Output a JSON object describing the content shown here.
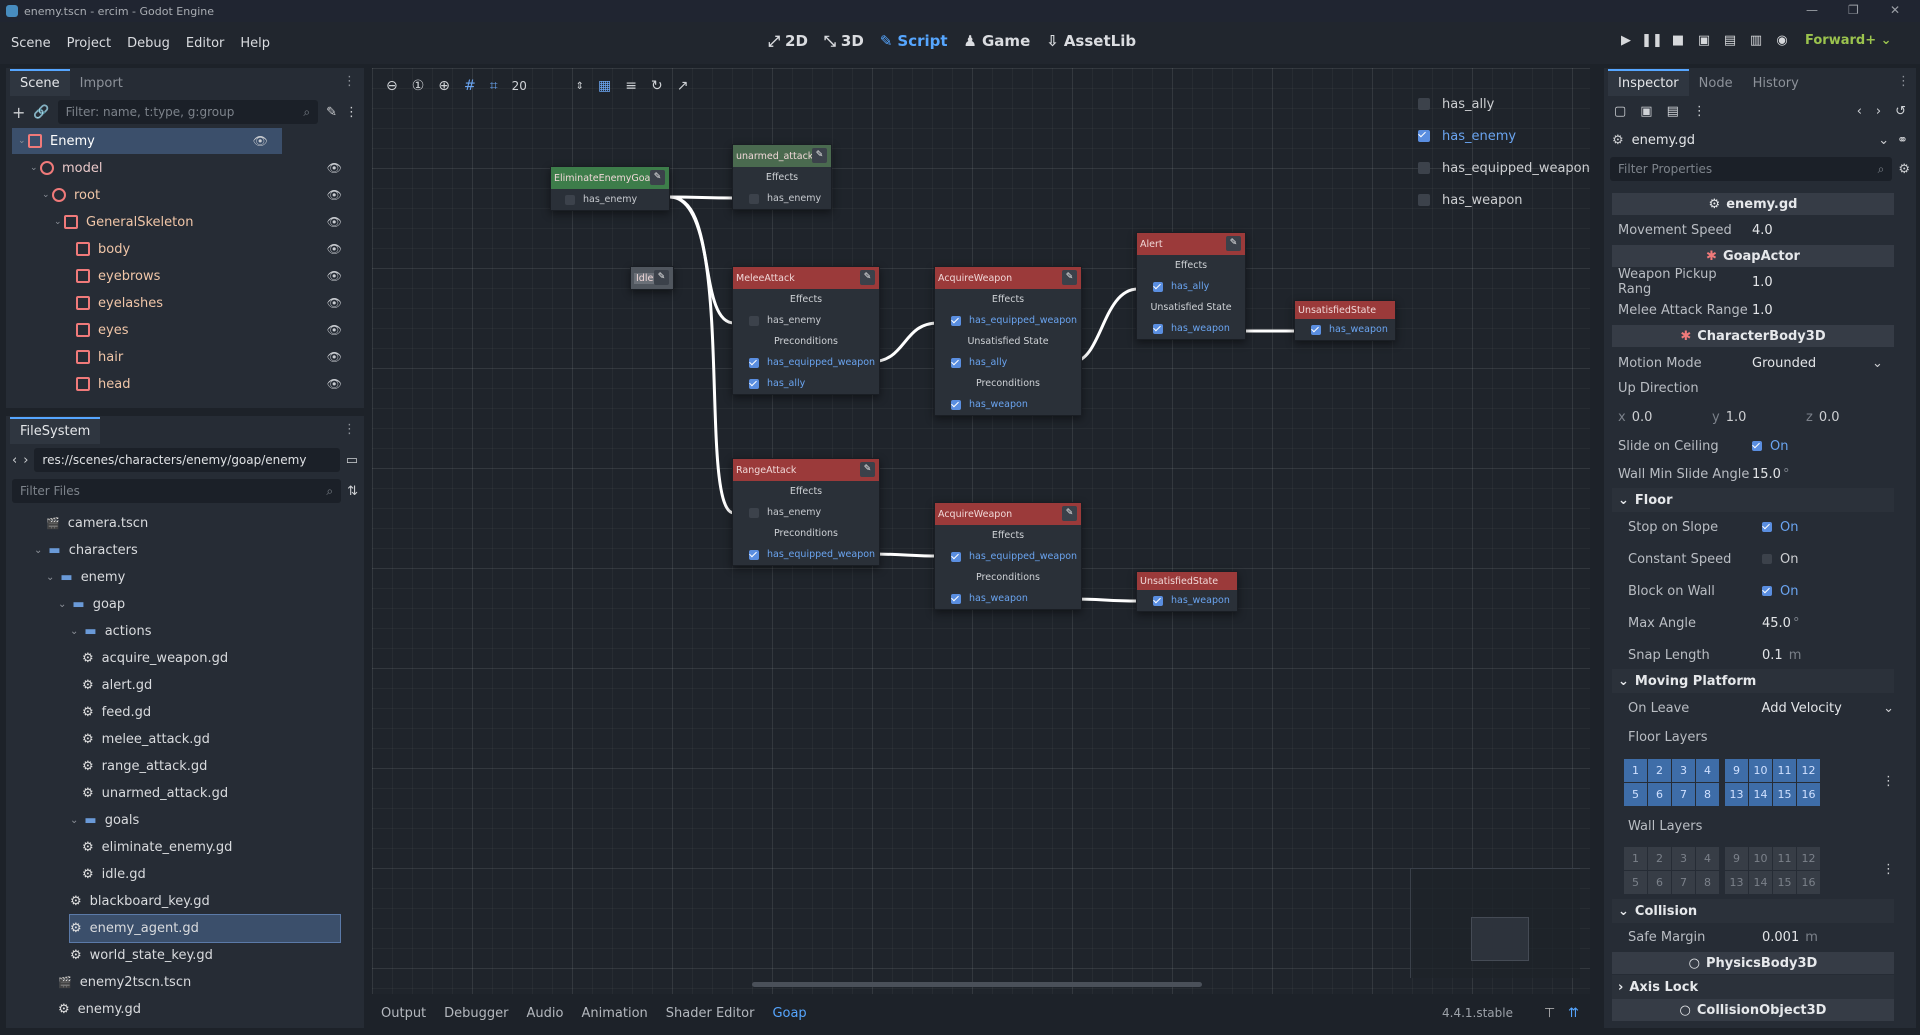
{
  "window": {
    "title": "enemy.tscn - ercim - Godot Engine"
  },
  "menu": [
    "Scene",
    "Project",
    "Debug",
    "Editor",
    "Help"
  ],
  "workspaces": [
    {
      "label": "2D",
      "icon": "2d-icon"
    },
    {
      "label": "3D",
      "icon": "3d-icon"
    },
    {
      "label": "Script",
      "icon": "script-icon"
    },
    {
      "label": "Game",
      "icon": "game-icon"
    },
    {
      "label": "AssetLib",
      "icon": "assetlib-icon"
    }
  ],
  "renderer": "Forward+",
  "scene_dock": {
    "tabs": [
      "Scene",
      "Import"
    ],
    "filter_placeholder": "Filter: name, t:type, g:group",
    "tree": [
      {
        "label": "Enemy",
        "depth": 0,
        "color": "#ffffff"
      },
      {
        "label": "model",
        "depth": 1,
        "color": "#e9c9c9"
      },
      {
        "label": "root",
        "depth": 2,
        "color": "#f0c6a8"
      },
      {
        "label": "GeneralSkeleton",
        "depth": 3,
        "color": "#f0c6a8"
      },
      {
        "label": "body",
        "depth": 4,
        "color": "#f0c6a8"
      },
      {
        "label": "eyebrows",
        "depth": 4,
        "color": "#f0c6a8"
      },
      {
        "label": "eyelashes",
        "depth": 4,
        "color": "#f0c6a8"
      },
      {
        "label": "eyes",
        "depth": 4,
        "color": "#f0c6a8"
      },
      {
        "label": "hair",
        "depth": 4,
        "color": "#f0c6a8"
      },
      {
        "label": "head",
        "depth": 4,
        "color": "#f0c6a8"
      }
    ]
  },
  "filesystem": {
    "title": "FileSystem",
    "path": "res://scenes/characters/enemy/goap/enemy",
    "filter_placeholder": "Filter Files",
    "items": [
      {
        "label": "camera.tscn",
        "depth": 2,
        "kind": "scene"
      },
      {
        "label": "characters",
        "depth": 1,
        "kind": "folder"
      },
      {
        "label": "enemy",
        "depth": 2,
        "kind": "folder"
      },
      {
        "label": "goap",
        "depth": 3,
        "kind": "folder"
      },
      {
        "label": "actions",
        "depth": 4,
        "kind": "folder"
      },
      {
        "label": "acquire_weapon.gd",
        "depth": 5,
        "kind": "gear"
      },
      {
        "label": "alert.gd",
        "depth": 5,
        "kind": "gear"
      },
      {
        "label": "feed.gd",
        "depth": 5,
        "kind": "gear"
      },
      {
        "label": "melee_attack.gd",
        "depth": 5,
        "kind": "gear"
      },
      {
        "label": "range_attack.gd",
        "depth": 5,
        "kind": "gear"
      },
      {
        "label": "unarmed_attack.gd",
        "depth": 5,
        "kind": "gear"
      },
      {
        "label": "goals",
        "depth": 4,
        "kind": "folder"
      },
      {
        "label": "eliminate_enemy.gd",
        "depth": 5,
        "kind": "gear"
      },
      {
        "label": "idle.gd",
        "depth": 5,
        "kind": "gear"
      },
      {
        "label": "blackboard_key.gd",
        "depth": 4,
        "kind": "gear"
      },
      {
        "label": "enemy_agent.gd",
        "depth": 4,
        "kind": "gear"
      },
      {
        "label": "world_state_key.gd",
        "depth": 4,
        "kind": "gear"
      },
      {
        "label": "enemy2tscn.tscn",
        "depth": 3,
        "kind": "scene"
      },
      {
        "label": "enemy.gd",
        "depth": 3,
        "kind": "gear"
      }
    ]
  },
  "graph": {
    "zoom": "20",
    "state_panel": [
      {
        "label": "has_ally",
        "checked": false
      },
      {
        "label": "has_enemy",
        "checked": true
      },
      {
        "label": "has_equipped_weapon",
        "checked": false
      },
      {
        "label": "has_weapon",
        "checked": false
      }
    ],
    "nodes": {
      "eliminate": {
        "title": "EliminateEnemyGoal",
        "rows": [
          "has_enemy"
        ]
      },
      "unarmed": {
        "title": "unarmed_attack",
        "effects": "Effects",
        "rows": [
          "has_enemy"
        ]
      },
      "idle": {
        "title": "Idle"
      },
      "melee": {
        "title": "MeleeAttack",
        "effects": "Effects",
        "e_rows": [
          "has_enemy"
        ],
        "pre": "Preconditions",
        "p_rows": [
          "has_equipped_weapon",
          "has_ally"
        ]
      },
      "acquire1": {
        "title": "AcquireWeapon",
        "effects": "Effects",
        "e_rows": [
          "has_equipped_weapon"
        ],
        "uns": "Unsatisfied State",
        "u_rows": [
          "has_ally"
        ],
        "pre": "Preconditions",
        "p_rows": [
          "has_weapon"
        ]
      },
      "alert": {
        "title": "Alert",
        "effects": "Effects",
        "e_rows": [
          "has_ally"
        ],
        "uns": "Unsatisfied State",
        "u_rows": [
          "has_weapon"
        ]
      },
      "uns1": {
        "title": "UnsatisfiedState",
        "rows": [
          "has_weapon"
        ]
      },
      "range": {
        "title": "RangeAttack",
        "effects": "Effects",
        "e_rows": [
          "has_enemy"
        ],
        "pre": "Preconditions",
        "p_rows": [
          "has_equipped_weapon"
        ]
      },
      "acquire2": {
        "title": "AcquireWeapon",
        "effects": "Effects",
        "e_rows": [
          "has_equipped_weapon"
        ],
        "pre": "Preconditions",
        "p_rows": [
          "has_weapon"
        ]
      },
      "uns2": {
        "title": "UnsatisfiedState",
        "rows": [
          "has_weapon"
        ]
      }
    }
  },
  "bottom": {
    "tabs": [
      "Output",
      "Debugger",
      "Audio",
      "Animation",
      "Shader Editor",
      "Goap"
    ],
    "version": "4.4.1.stable"
  },
  "inspector": {
    "tabs": [
      "Inspector",
      "Node",
      "History"
    ],
    "resource": "enemy.gd",
    "filter_placeholder": "Filter Properties",
    "cat_script": "enemy.gd",
    "movement_speed": {
      "label": "Movement Speed",
      "value": "4.0"
    },
    "cat_goap": "GoapActor",
    "weapon_pickup": {
      "label": "Weapon Pickup Rang",
      "value": "1.0"
    },
    "melee_range": {
      "label": "Melee Attack Range",
      "value": "1.0"
    },
    "cat_body": "CharacterBody3D",
    "motion_mode": {
      "label": "Motion Mode",
      "value": "Grounded"
    },
    "up_direction": {
      "label": "Up Direction",
      "x": "0.0",
      "y": "1.0",
      "z": "0.0",
      "x_l": "x",
      "y_l": "y",
      "z_l": "z"
    },
    "slide_ceiling": {
      "label": "Slide on Ceiling",
      "value": "On"
    },
    "wall_min": {
      "label": "Wall Min Slide Angle",
      "value": "15.0",
      "unit": "°"
    },
    "floor": "Floor",
    "stop_slope": {
      "label": "Stop on Slope",
      "value": "On"
    },
    "const_speed": {
      "label": "Constant Speed",
      "value": "On"
    },
    "block_wall": {
      "label": "Block on Wall",
      "value": "On"
    },
    "max_angle": {
      "label": "Max Angle",
      "value": "45.0",
      "unit": "°"
    },
    "snap_length": {
      "label": "Snap Length",
      "value": "0.1",
      "unit": "m"
    },
    "moving_platform": "Moving Platform",
    "on_leave": {
      "label": "On Leave",
      "value": "Add Velocity"
    },
    "floor_layers": "Floor Layers",
    "wall_layers": "Wall Layers",
    "layer_numbers": [
      "1",
      "2",
      "3",
      "4",
      "9",
      "10",
      "11",
      "12",
      "5",
      "6",
      "7",
      "8",
      "13",
      "14",
      "15",
      "16"
    ],
    "collision": "Collision",
    "safe_margin": {
      "label": "Safe Margin",
      "value": "0.001",
      "unit": "m"
    },
    "cat_physics": "PhysicsBody3D",
    "axis_lock": "Axis Lock",
    "cat_collision": "CollisionObject3D"
  }
}
